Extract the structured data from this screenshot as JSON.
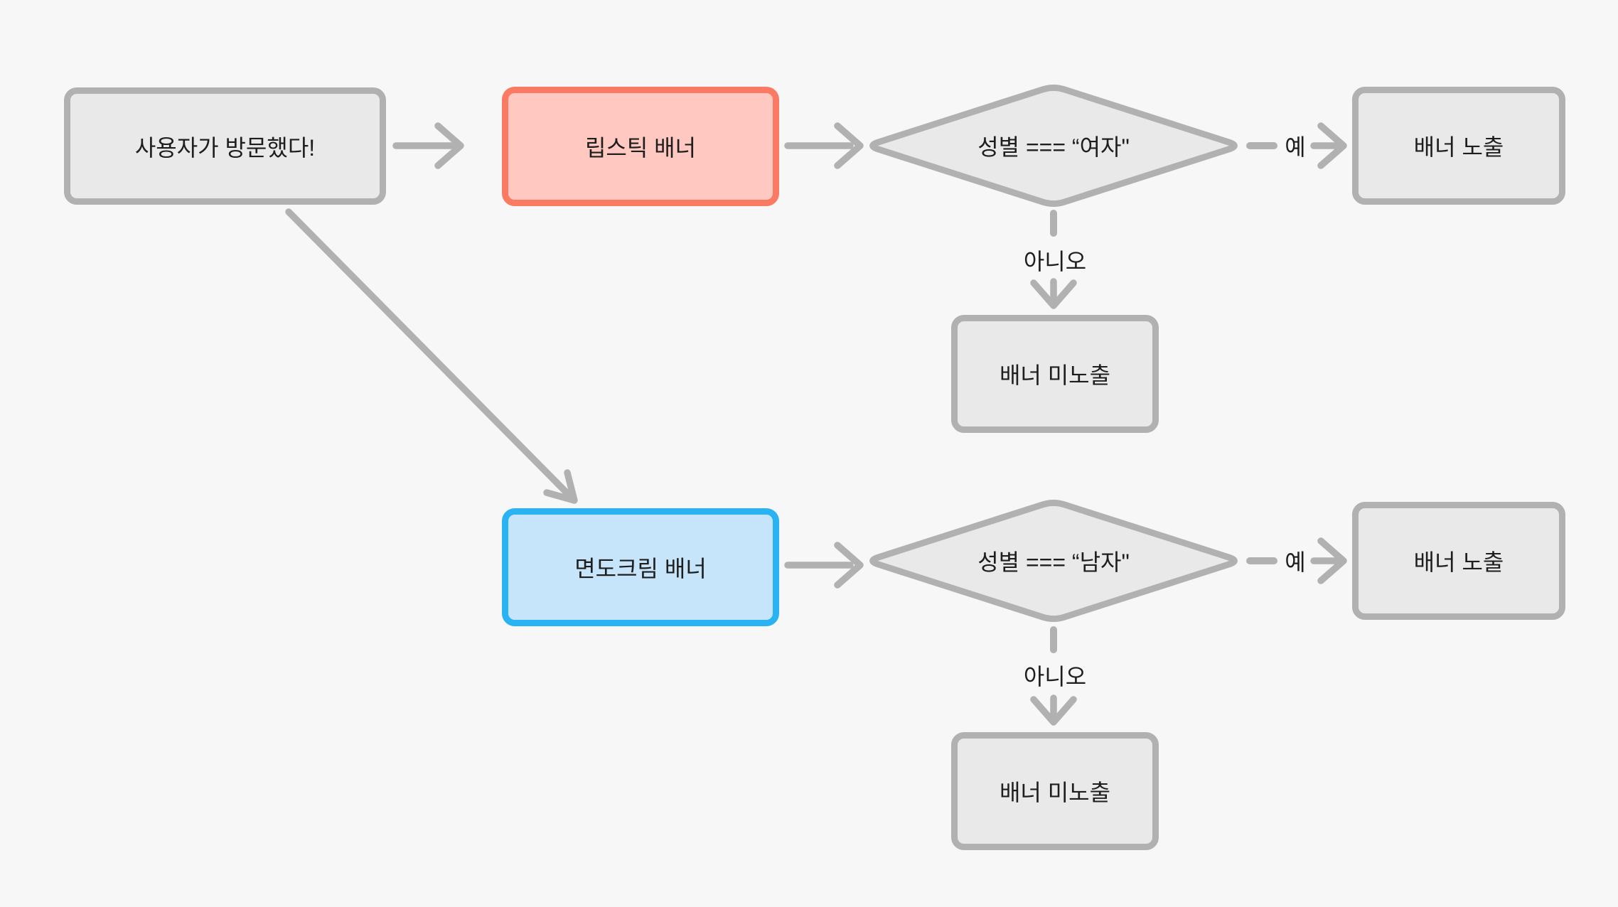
{
  "diagram": {
    "background": "#f7f7f7",
    "colors": {
      "node_fill": "#e9e9e9",
      "node_border": "#b1b1b1",
      "connector": "#b1b1b1",
      "text": "#1e1e1e",
      "lipstick_fill": "#ffc9c2",
      "lipstick_border": "#fa7a64",
      "shaving_fill": "#c7e5fa",
      "shaving_border": "#2ab3f3"
    },
    "nodes": {
      "start": "사용자가 방문했다!",
      "lipstick_banner": "립스틱 배너",
      "shaving_banner": "면도크림 배너",
      "female_condition": "성별 === “여자\"",
      "male_condition": "성별 === “남자\"",
      "show_banner_1": "배너 노출",
      "hide_banner_1": "배너 미노출",
      "show_banner_2": "배너 노출",
      "hide_banner_2": "배너 미노출"
    },
    "edge_labels": {
      "yes_1": "예",
      "no_1": "아니오",
      "yes_2": "예",
      "no_2": "아니오"
    }
  }
}
